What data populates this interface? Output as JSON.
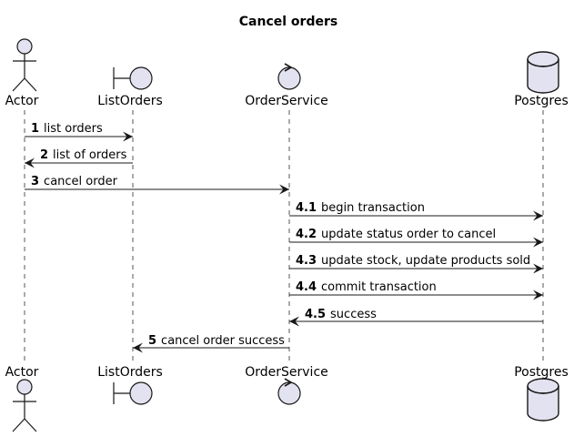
{
  "title": "Cancel orders",
  "participants": [
    {
      "id": "actor",
      "name": "Actor",
      "kind": "actor"
    },
    {
      "id": "listorders",
      "name": "ListOrders",
      "kind": "boundary"
    },
    {
      "id": "orderservice",
      "name": "OrderService",
      "kind": "control"
    },
    {
      "id": "postgres",
      "name": "Postgres",
      "kind": "database"
    }
  ],
  "messages": [
    {
      "num": "1",
      "text": "list orders",
      "from": "actor",
      "to": "listorders"
    },
    {
      "num": "2",
      "text": "list of orders",
      "from": "listorders",
      "to": "actor"
    },
    {
      "num": "3",
      "text": "cancel order",
      "from": "actor",
      "to": "orderservice"
    },
    {
      "num": "4.1",
      "text": "begin transaction",
      "from": "orderservice",
      "to": "postgres"
    },
    {
      "num": "4.2",
      "text": "update status order to cancel",
      "from": "orderservice",
      "to": "postgres"
    },
    {
      "num": "4.3",
      "text": "update stock, update products sold",
      "from": "orderservice",
      "to": "postgres"
    },
    {
      "num": "4.4",
      "text": "commit transaction",
      "from": "orderservice",
      "to": "postgres"
    },
    {
      "num": "4.5",
      "text": "success",
      "from": "postgres",
      "to": "orderservice"
    },
    {
      "num": "5",
      "text": "cancel order success",
      "from": "orderservice",
      "to": "listorders"
    }
  ],
  "colors": {
    "participant_fill": "#e2e2f0",
    "stroke": "#181818",
    "lifeline": "#555555"
  }
}
